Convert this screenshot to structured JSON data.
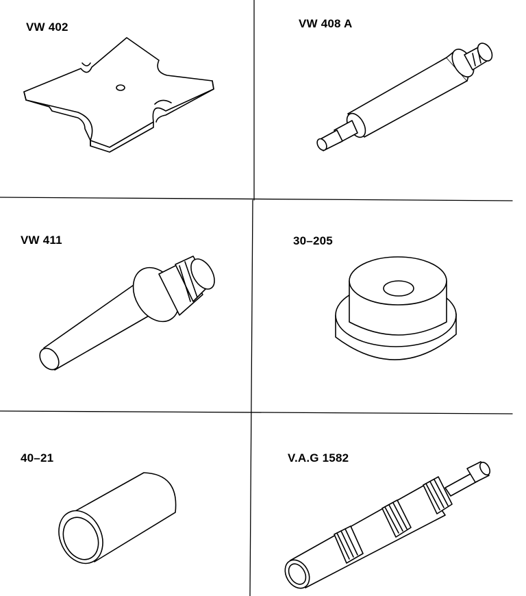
{
  "tools": [
    {
      "id": "vw-402",
      "label": "VW 402",
      "shape": "cross-plate"
    },
    {
      "id": "vw-408a",
      "label": "VW 408 A",
      "shape": "long-drift"
    },
    {
      "id": "vw-411",
      "label": "VW 411",
      "shape": "stepped-drift"
    },
    {
      "id": "30-205",
      "label": "30–205",
      "shape": "stepped-disc"
    },
    {
      "id": "40-21",
      "label": "40–21",
      "shape": "sleeve"
    },
    {
      "id": "vag-1582",
      "label": "V.A.G 1582",
      "shape": "puller"
    }
  ],
  "colors": {
    "ink": "#000000",
    "paper": "#ffffff"
  }
}
